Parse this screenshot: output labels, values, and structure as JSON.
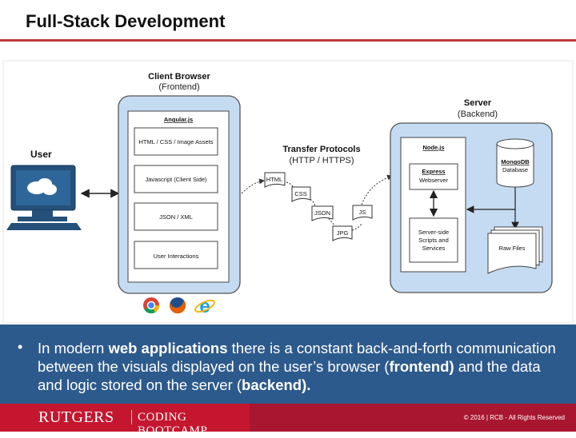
{
  "slide": {
    "title": "Full-Stack Development",
    "bullet": {
      "t1": "In modern ",
      "b1": "web applications",
      "t2": " there is a constant back-and-forth communication between the visuals displayed on the user’s browser (",
      "b2": "frontend)",
      "t3": " and the data and logic stored on the server (",
      "b3": "backend)."
    }
  },
  "diagram": {
    "user_label": "User",
    "client": {
      "title": "Client Browser",
      "subtitle": "(Frontend)",
      "framework": "Angular.js",
      "items": [
        "HTML / CSS / Image Assets",
        "Javascript (Client Side)",
        "JSON / XML",
        "User Interactions"
      ]
    },
    "transfer": {
      "title": "Transfer Protocols",
      "subtitle": "(HTTP / HTTPS)",
      "files": [
        "HTML",
        "CSS",
        "JSON",
        "JPG",
        "JS"
      ]
    },
    "server": {
      "title": "Server",
      "subtitle": "(Backend)",
      "runtime": "Node.js",
      "express_title": "Express",
      "express_sub": "Webserver",
      "scripts": [
        "Server-side",
        "Scripts and",
        "Services"
      ],
      "db_title": "MongoDB",
      "db_sub": "Database",
      "raw_files": "Raw Files"
    },
    "colors": {
      "panel_fill": "#c5dbf2",
      "panel_stroke": "#555555"
    }
  },
  "footer": {
    "logo_main": "RUTGERS",
    "logo_sub": "CODING BOOTCAMP",
    "copyright": "© 2016 | RCB - All Rights Reserved"
  }
}
